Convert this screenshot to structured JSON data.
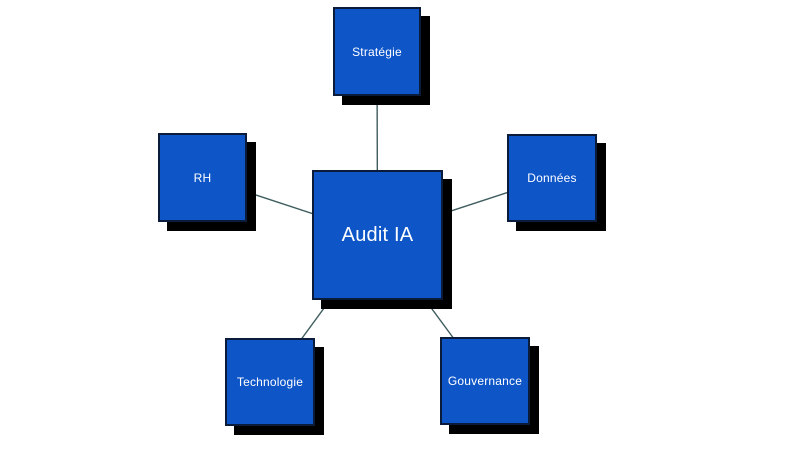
{
  "diagram": {
    "type": "radial",
    "center": {
      "id": "audit-ia",
      "label": "Audit IA"
    },
    "nodes": [
      {
        "id": "strategie",
        "label": "Stratégie",
        "position": "top"
      },
      {
        "id": "rh",
        "label": "RH",
        "position": "left"
      },
      {
        "id": "donnees",
        "label": "Données",
        "position": "right"
      },
      {
        "id": "technologie",
        "label": "Technologie",
        "position": "bottom-left"
      },
      {
        "id": "gouvernance",
        "label": "Gouvernance",
        "position": "bottom-right"
      }
    ],
    "connections": [
      {
        "from": "audit-ia",
        "to": "strategie"
      },
      {
        "from": "audit-ia",
        "to": "rh"
      },
      {
        "from": "audit-ia",
        "to": "donnees"
      },
      {
        "from": "audit-ia",
        "to": "technologie"
      },
      {
        "from": "audit-ia",
        "to": "gouvernance"
      }
    ],
    "colors": {
      "box_fill": "#0E55C8",
      "box_border": "#0A1C3A",
      "box_shadow": "#000000",
      "connector_line": "#3E5C5E",
      "text": "#FFFFFF",
      "background": "#FFFFFF"
    }
  }
}
